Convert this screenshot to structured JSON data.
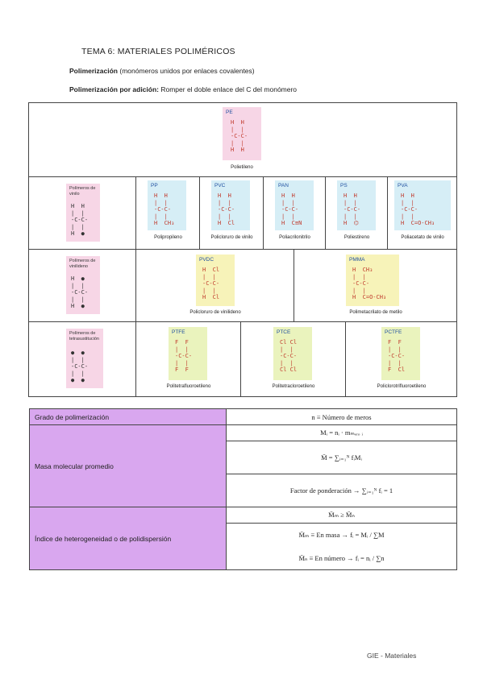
{
  "header": {
    "title": "TEMA 6: MATERIALES POLIMÉRICOS",
    "polimerizacion_label": "Polimerización",
    "polimerizacion_desc": " (monómeros unidos por enlaces covalentes)",
    "adicion_label": "Polimerización por adición:",
    "adicion_desc": " Romper el doble enlace del C del monómero"
  },
  "diagram": {
    "pe": {
      "abbr": "PE",
      "mol": "H  H\n|  |\n-C-C-\n|  |\nH  H",
      "caption": "Polietileno"
    },
    "row2": {
      "group": {
        "label": "Polímeros de\nvinilo",
        "mol": "H  H\n|  |\n-C-C-\n|  |\nH  ●"
      },
      "items": [
        {
          "abbr": "PP",
          "mol": "H  H\n|  |\n-C-C-\n|  |\nH  CH₃",
          "caption": "Polipropileno"
        },
        {
          "abbr": "PVC",
          "mol": "H  H\n|  |\n-C-C-\n|  |\nH  Cl",
          "caption": "Policloruro de vinilo"
        },
        {
          "abbr": "PAN",
          "mol": "H  H\n|  |\n-C-C-\n|  |\nH  C≡N",
          "caption": "Poliacrilonitrilo"
        },
        {
          "abbr": "PS",
          "mol": "H  H\n|  |\n-C-C-\n|  |\nH  ⌬",
          "caption": "Poliestireno"
        },
        {
          "abbr": "PVA",
          "mol": "H  H\n|  |\n-C-C-\n|  |\nH  C=O-CH₃",
          "caption": "Poliacetato de vinilo"
        }
      ]
    },
    "row3": {
      "group": {
        "label": "Polímeros de\nvinilideno",
        "mol": "H  ●\n|  |\n-C-C-\n|  |\nH  ●"
      },
      "items": [
        {
          "abbr": "PVDC",
          "mol": "H  Cl\n|  |\n-C-C-\n|  |\nH  Cl",
          "caption": "Policloruro de vinilideno"
        },
        {
          "abbr": "PMMA",
          "mol": "H  CH₃\n|  |\n-C-C-\n|  |\nH  C=O-CH₃",
          "caption": "Polimetacrilato de metilo"
        }
      ]
    },
    "row4": {
      "group": {
        "label": "Polímeros de\ntetrasustitución",
        "mol": "●  ●\n|  |\n-C-C-\n|  |\n●  ●"
      },
      "items": [
        {
          "abbr": "PTFE",
          "mol": "F  F\n|  |\n-C-C-\n|  |\nF  F",
          "caption": "Politetrafluoroetileno"
        },
        {
          "abbr": "PTCE",
          "mol": "Cl Cl\n|  |\n-C-C-\n|  |\nCl Cl",
          "caption": "Politetracloroetileno"
        },
        {
          "abbr": "PCTFE",
          "mol": "F  F\n|  |\n-C-C-\n|  |\nF  Cl",
          "caption": "Policlorotrifluoroetileno"
        }
      ]
    }
  },
  "table": {
    "grado_label": "Grado de polimerización",
    "grado_formula": "n ≡ Número de meros",
    "masa_label": "Masa molecular promedio",
    "masa_f1": "Mᵢ = nᵢ · mₘₑᵣₒ ᵢ",
    "masa_f2": "M̄ = ∑ᵢ₌₁ᴺ fᵢMᵢ",
    "masa_f3": "Factor de ponderación → ∑ᵢ₌₁ᴺ fᵢ = 1",
    "indice_label": "Índice de heterogeneidad o de polidispersión",
    "indice_f1": "M̄ₘ ≥ M̄ₙ",
    "indice_f2": "M̄ₘ ≡ En masa → fᵢ = Mᵢ / ∑M",
    "indice_f3": "M̄ₙ ≡ En número → fᵢ = nᵢ / ∑n"
  },
  "footer": "GIE - Materiales",
  "colors": {
    "pink": "#f7d6e6",
    "blue": "#d6eef6",
    "yellow": "#f7f3b9",
    "green": "#eaf3bd",
    "purple": "#d9a7ef",
    "red": "#c0392b"
  }
}
